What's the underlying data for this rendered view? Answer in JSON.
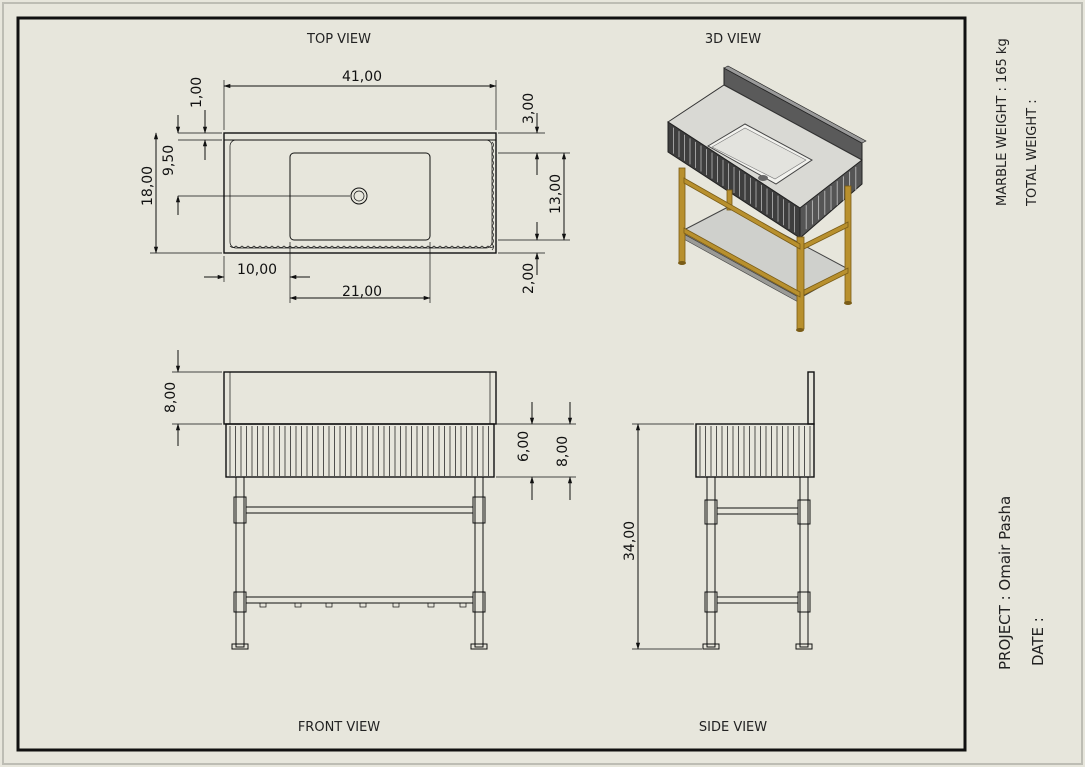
{
  "views": {
    "top": "TOP VIEW",
    "three_d": "3D VIEW",
    "front": "FRONT VIEW",
    "side": "SIDE VIEW"
  },
  "dimensions": {
    "top_width": "41,00",
    "top_edge": "1,00",
    "top_backsplash": "3,00",
    "top_drain": "9,50",
    "top_depth": "18,00",
    "top_basin_depth": "13,00",
    "top_front_gap": "2,00",
    "top_offset": "10,00",
    "top_basin_width": "21,00",
    "front_backsplash": "8,00",
    "front_fluting": "6,00",
    "front_slab": "8,00",
    "side_height": "34,00"
  },
  "title_block": {
    "marble_weight": "MARBLE WEIGHT : 165 kg",
    "total_weight": "TOTAL WEIGHT :",
    "project": "PROJECT : Omair Pasha",
    "date": "DATE :"
  },
  "colors": {
    "paper": "#e7e6dc",
    "line": "#111111",
    "brass": "#b8902e",
    "marble_dark": "#4a4a4a"
  }
}
